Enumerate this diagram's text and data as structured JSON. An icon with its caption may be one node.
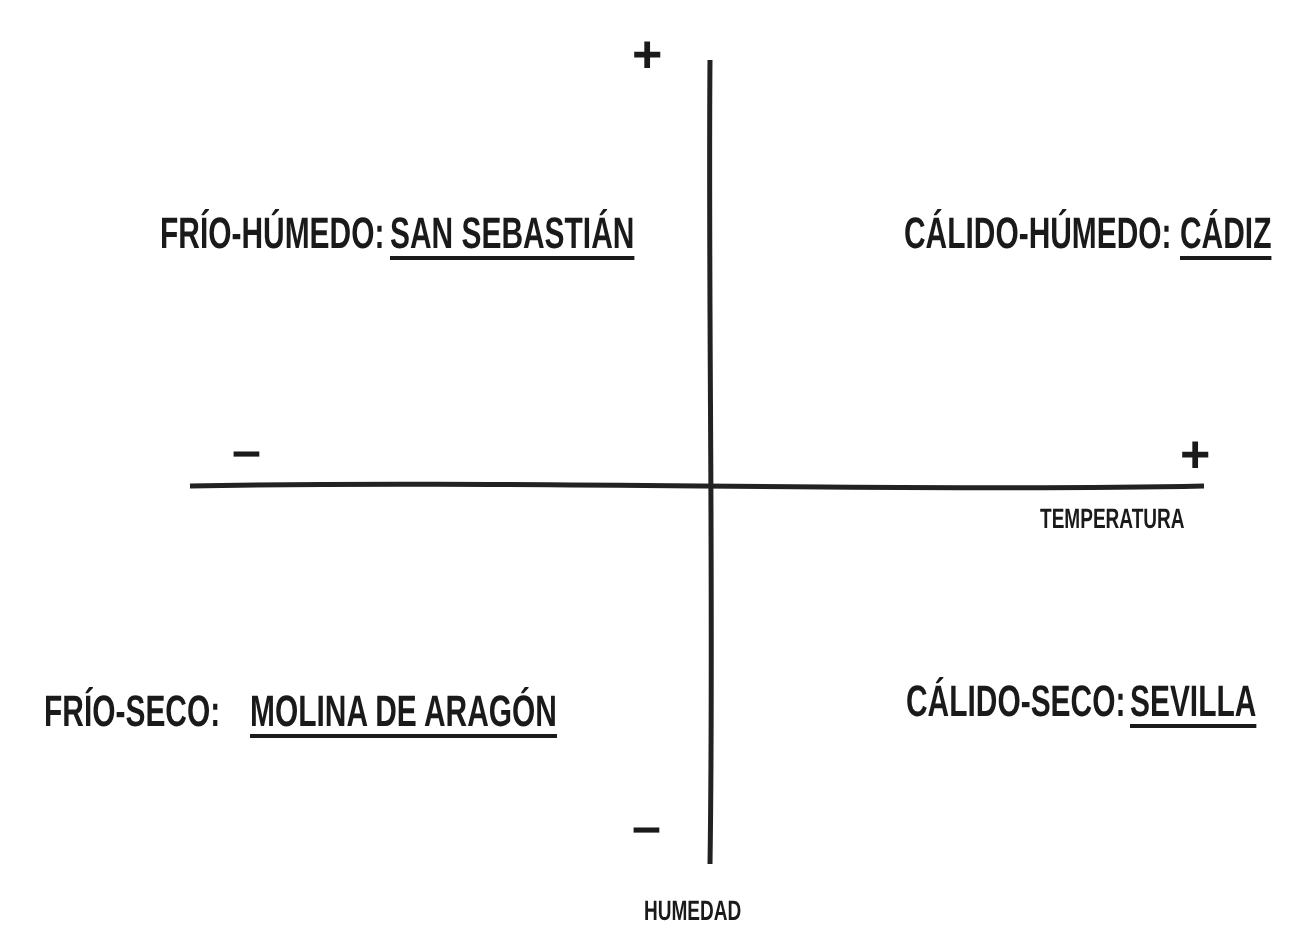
{
  "diagram": {
    "labels": [
      "+",
      "FRÍO-HÚMEDO:",
      "SAN SEBASTIÁN",
      "CÁLIDO-HÚMEDO:",
      "CÁDIZ",
      "–",
      "+",
      "TEMPERATURA",
      "FRÍO-SECO:",
      "MOLINA DE ARAGÓN",
      "CÁLIDO-SECO:",
      "SEVILLA",
      "–",
      "HUMEDAD"
    ]
  }
}
